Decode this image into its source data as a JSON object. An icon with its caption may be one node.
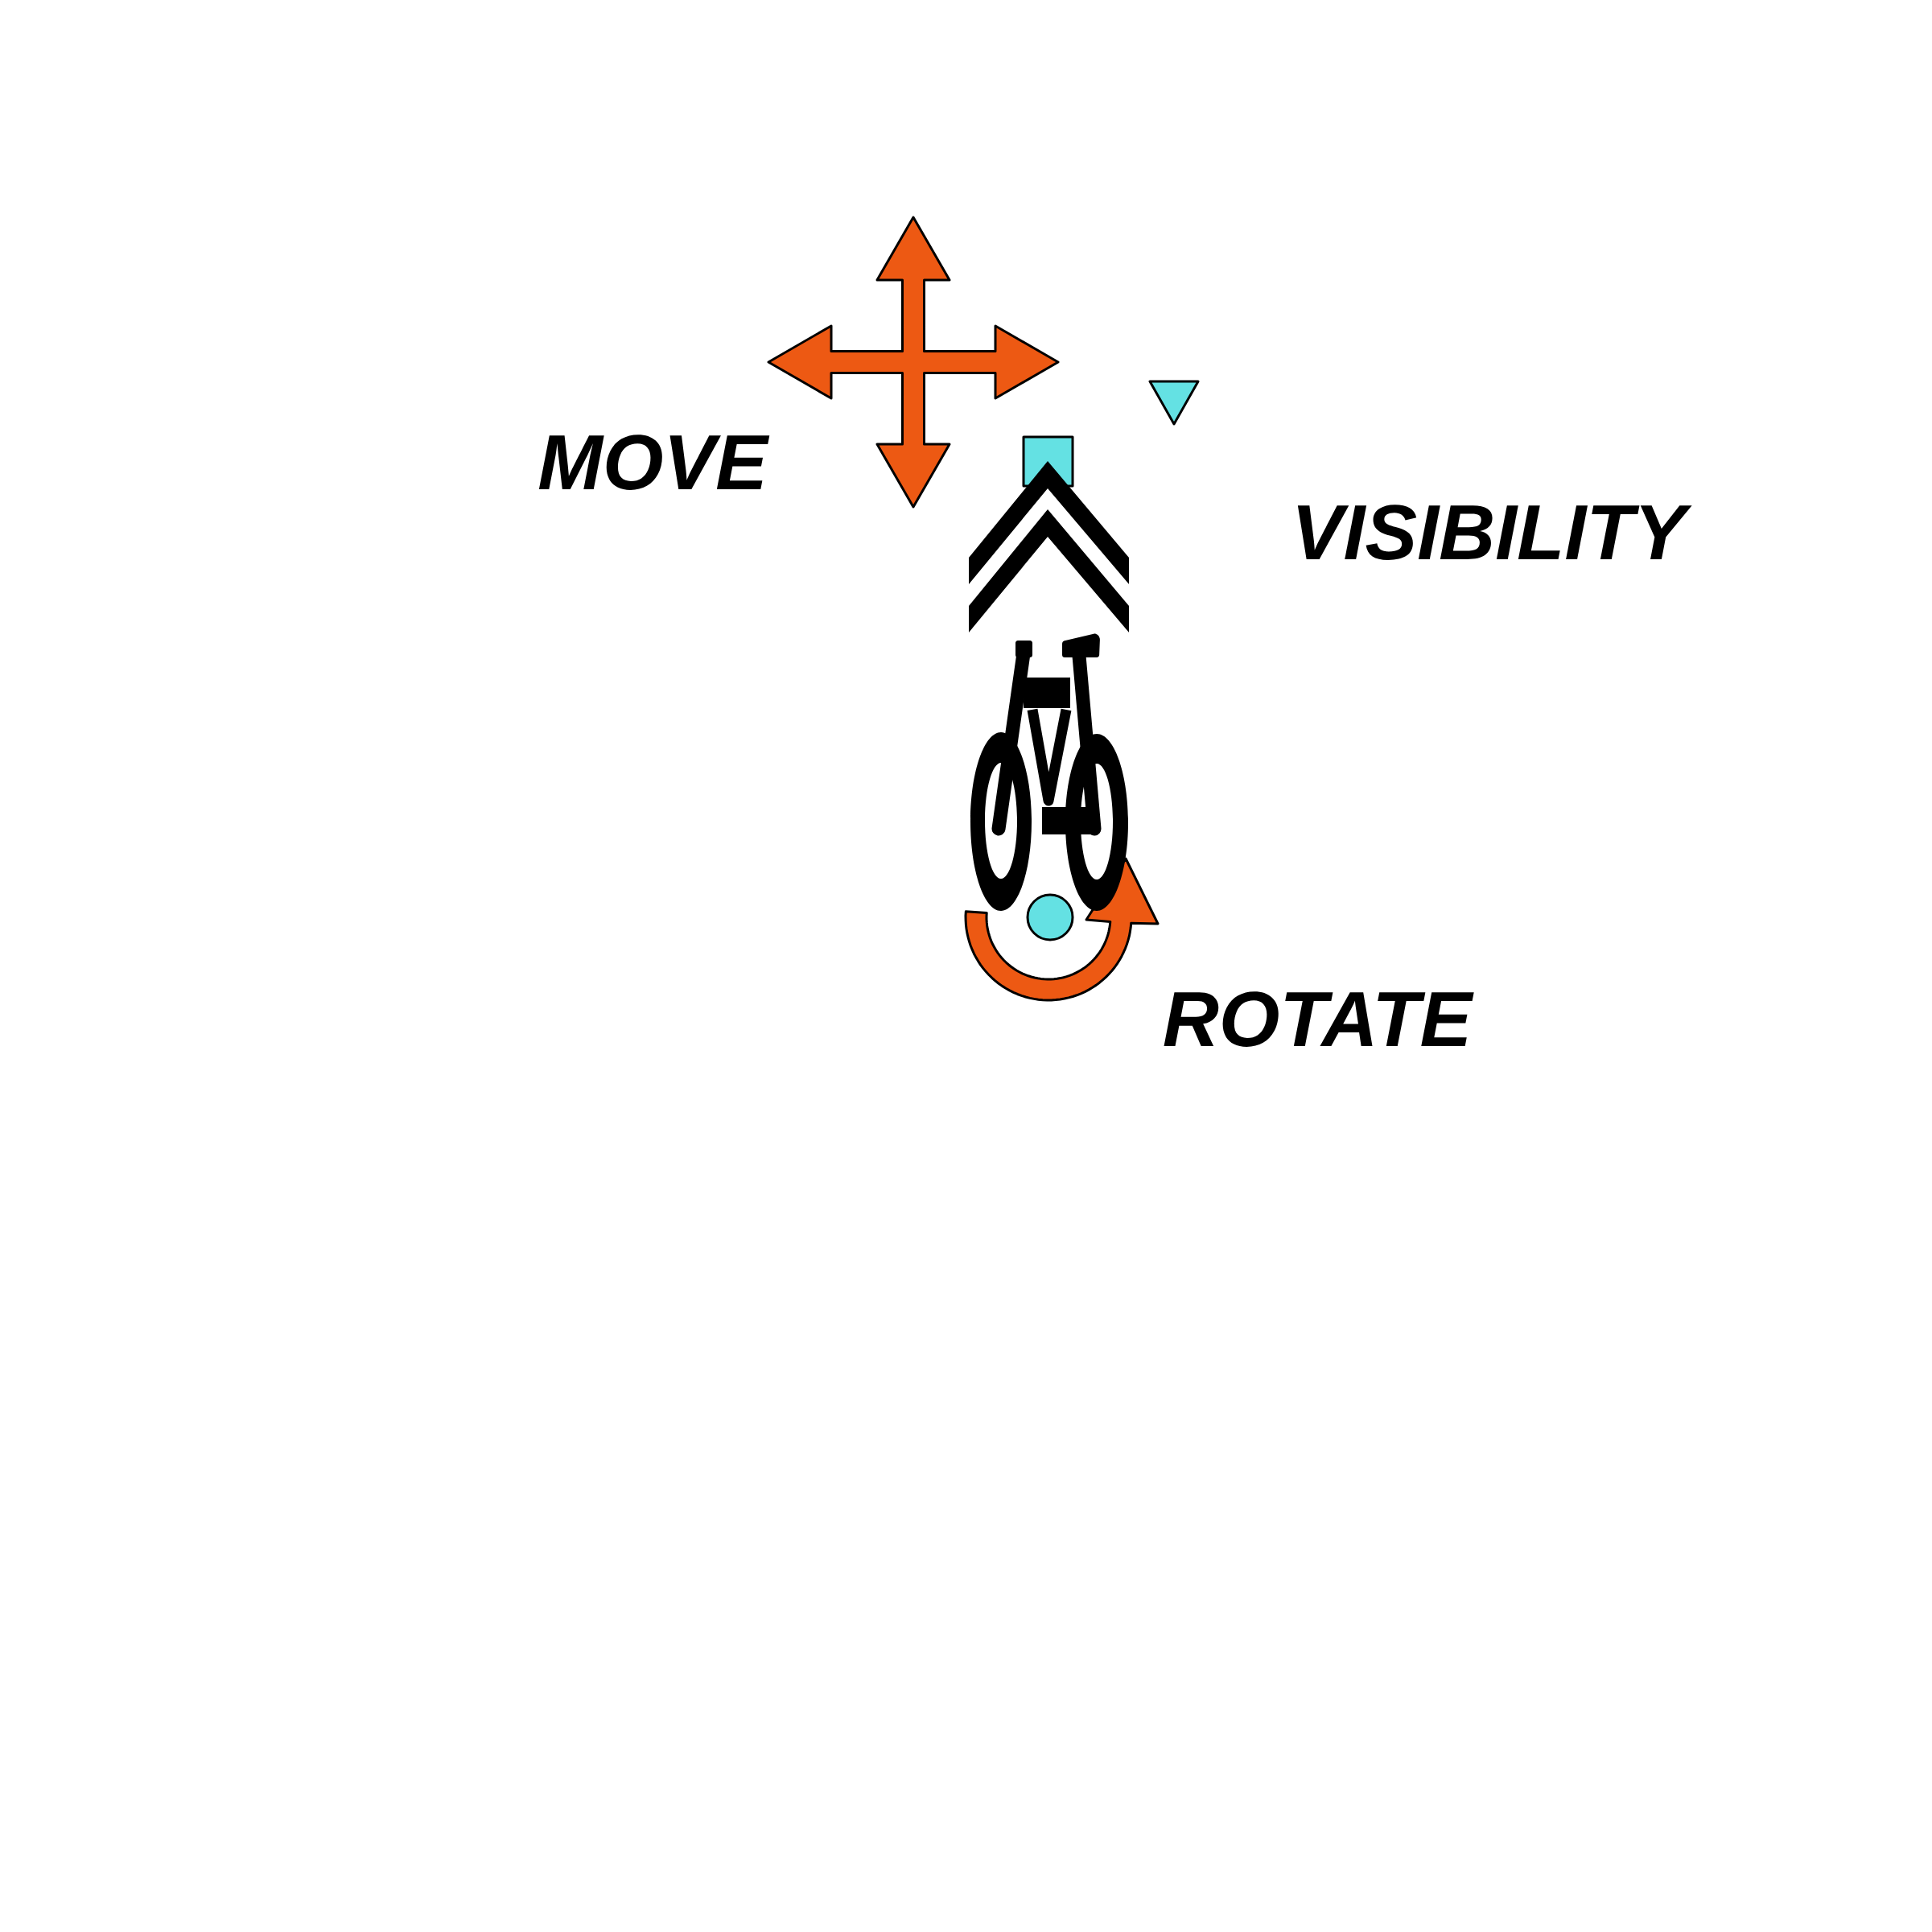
{
  "diagram": {
    "labels": [
      "MOVE",
      "VISIBILITY",
      "ROTATE"
    ]
  }
}
